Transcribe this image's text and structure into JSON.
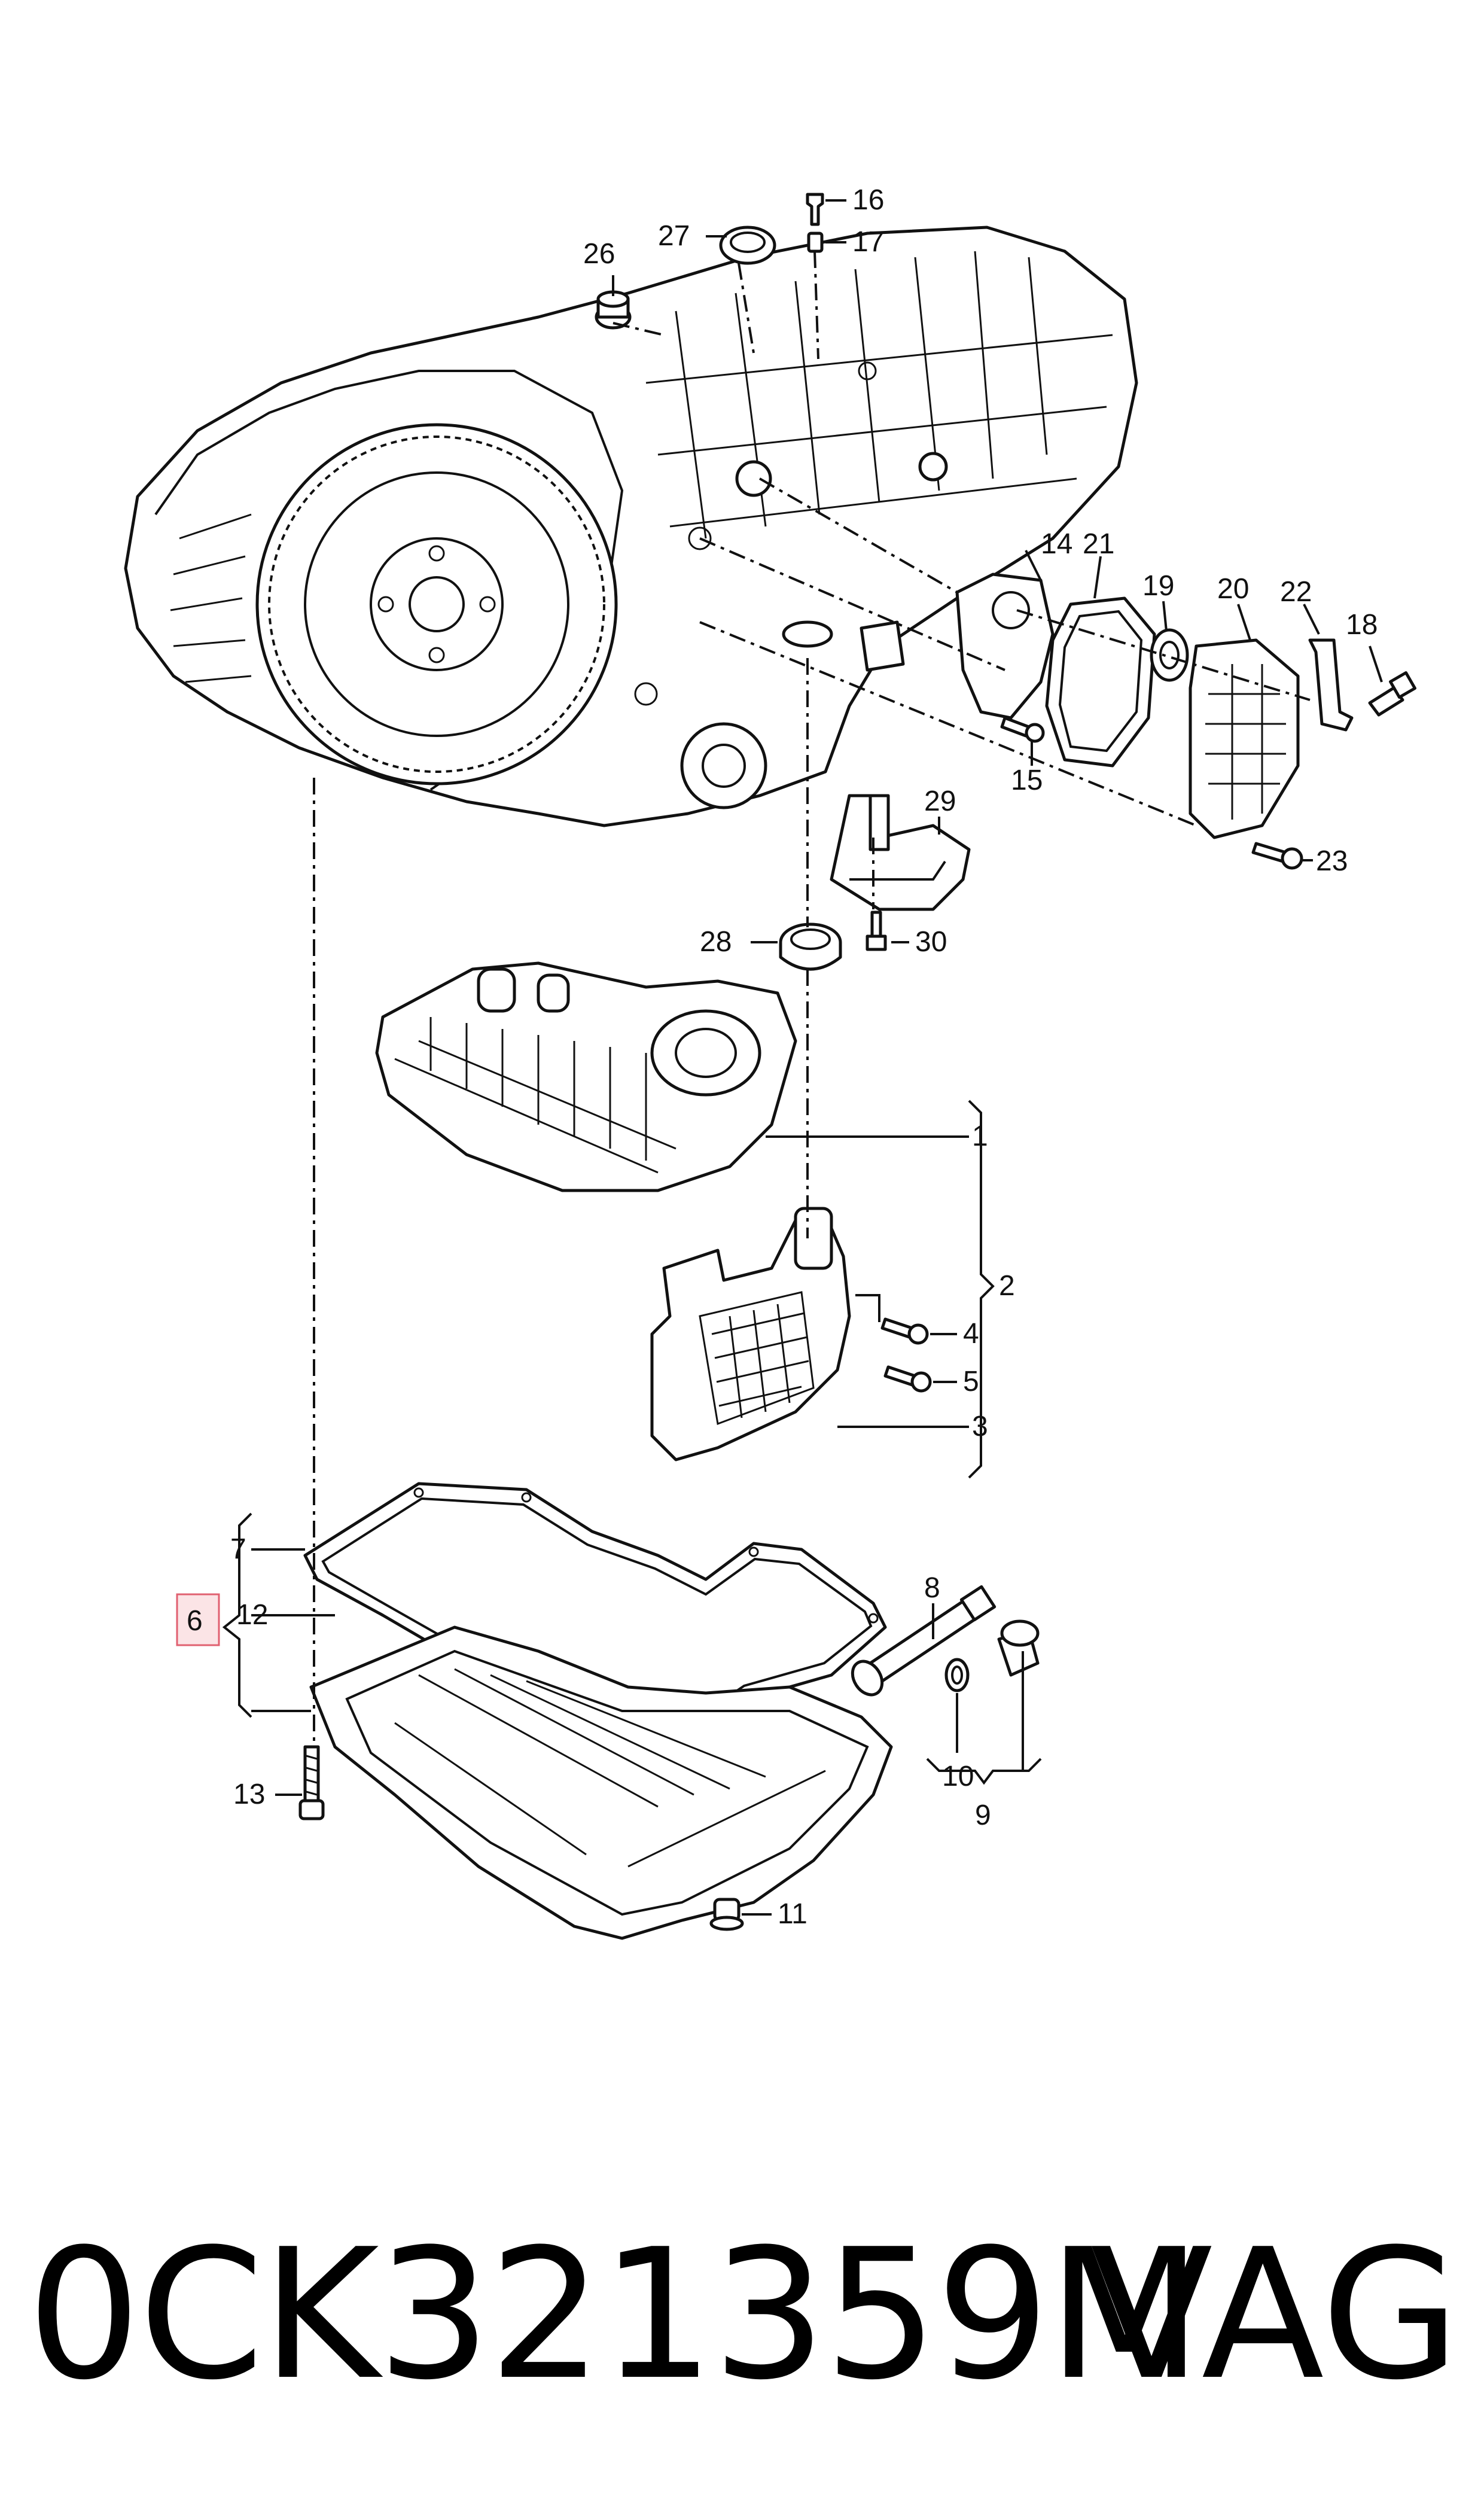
{
  "callouts": {
    "c1": "1",
    "c2": "2",
    "c3": "3",
    "c4": "4",
    "c5": "5",
    "c6": "6",
    "c7": "7",
    "c8": "8",
    "c9": "9",
    "c10": "10",
    "c11": "11",
    "c12": "12",
    "c13": "13",
    "c14": "14",
    "c15": "15",
    "c16": "16",
    "c17": "17",
    "c18": "18",
    "c19": "19",
    "c20": "20",
    "c21": "21",
    "c22": "22",
    "c23": "23",
    "c26": "26",
    "c27": "27",
    "c28": "28",
    "c29": "29",
    "c30": "30"
  },
  "highlighted_callout": "6",
  "footer": {
    "part_number": "0CK321359M",
    "brand": "VAG"
  },
  "colors": {
    "line": "#111111",
    "highlight_fill": "#fbe4e6",
    "highlight_stroke": "#e06070"
  }
}
